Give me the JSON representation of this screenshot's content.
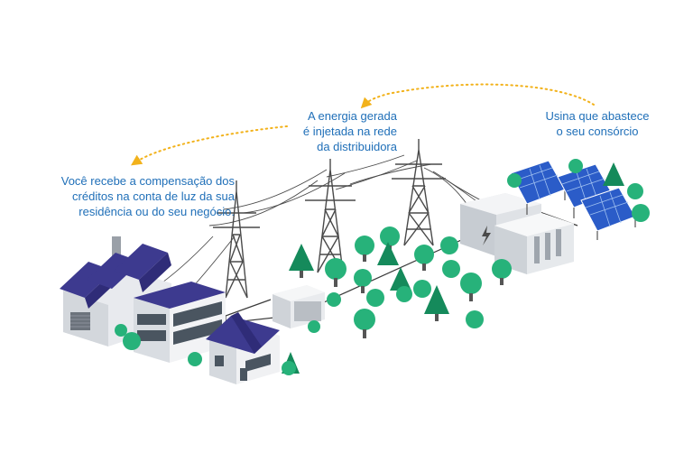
{
  "labels": {
    "consumer": {
      "line1": "Você recebe a compensação dos",
      "line2": "créditos na conta de luz da sua",
      "line3": "residência ou do seu negócio."
    },
    "grid": {
      "line1": "A energia gerada",
      "line2": "é injetada na rede",
      "line3": "da distribuidora"
    },
    "plant": {
      "line1": "Usina que abastece",
      "line2": "o seu consórcio"
    }
  },
  "colors": {
    "text": "#1f6fb8",
    "arrow": "#f2b21b",
    "roof": "#3d3a8f",
    "tree": "#27b27a",
    "tree_dark": "#158a5b",
    "panel": "#2b5cc8"
  }
}
